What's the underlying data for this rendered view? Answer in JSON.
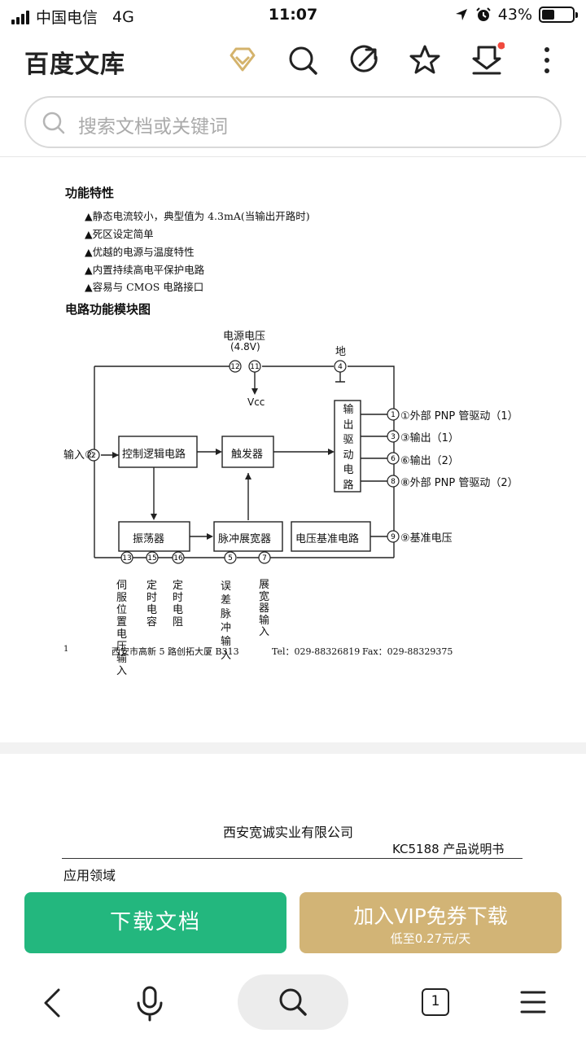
{
  "status": {
    "carrier": "中国电信",
    "network": "4G",
    "time": "11:07",
    "battery": "43%",
    "battery_level": 0.43
  },
  "header": {
    "logo": "百度文库",
    "icons": [
      "vip-diamond-icon",
      "search-icon",
      "share-icon",
      "star-icon",
      "download-icon",
      "more-icon"
    ]
  },
  "search": {
    "placeholder": "搜索文档或关键词"
  },
  "doc": {
    "section1_title": "功能特性",
    "features": [
      "▲静态电流较小，典型值为 4.3mA(当输出开路时)",
      "▲死区设定简单",
      "▲优越的电源与温度特性",
      "▲内置持续高电平保护电路",
      "▲容易与 CMOS 电路接口"
    ],
    "section2_title": "电路功能模块图",
    "diagram": {
      "power_label": "电源电压",
      "power_value": "(4.8V)",
      "ground_label": "地",
      "vcc": "Vcc",
      "input": "输入②",
      "blocks": {
        "control": "控制逻辑电路",
        "trigger": "触发器",
        "output_driver": [
          "输",
          "出",
          "驱",
          "动",
          "电",
          "路"
        ],
        "oscillator": "振荡器",
        "pulse": "脉冲展宽器",
        "ref": "电压基准电路"
      },
      "pins_top": [
        "⑫",
        "⑪",
        "④"
      ],
      "outputs": [
        "①外部 PNP 管驱动（1）",
        "③输出（1）",
        "⑥输出（2）",
        "⑧外部 PNP 管驱动（2）",
        "⑨基准电压"
      ],
      "bottom_pins": [
        {
          "num": "⑬",
          "label": [
            "伺",
            "服",
            "位",
            "置",
            "电",
            "压",
            "输",
            "入"
          ]
        },
        {
          "num": "⑮",
          "label": [
            "定",
            "时",
            "电",
            "容"
          ]
        },
        {
          "num": "⑯",
          "label": [
            "定",
            "时",
            "电",
            "阻"
          ]
        },
        {
          "num": "⑤",
          "label": [
            "误",
            "差",
            "脉",
            "冲",
            "输",
            "入"
          ]
        },
        {
          "num": "⑦",
          "label": [
            "展",
            "宽",
            "器",
            "输",
            "入"
          ]
        }
      ]
    },
    "footer": {
      "page": "1",
      "address": "西安市高新 5 路创拓大厦 B313",
      "tel": "Tel：029-88326819",
      "fax": "Fax：029-88329375"
    },
    "page2": {
      "company": "西安宽诚实业有限公司",
      "doc_title": "KC5188 产品说明书",
      "section": "应用领域"
    }
  },
  "actions": {
    "download": "下载文档",
    "vip_title": "加入VIP免券下载",
    "vip_sub": "低至0.27元/天"
  },
  "nav": {
    "tabs_count": "1",
    "icons": [
      "back-icon",
      "mic-icon",
      "search-icon",
      "tabs-icon",
      "menu-icon"
    ]
  }
}
